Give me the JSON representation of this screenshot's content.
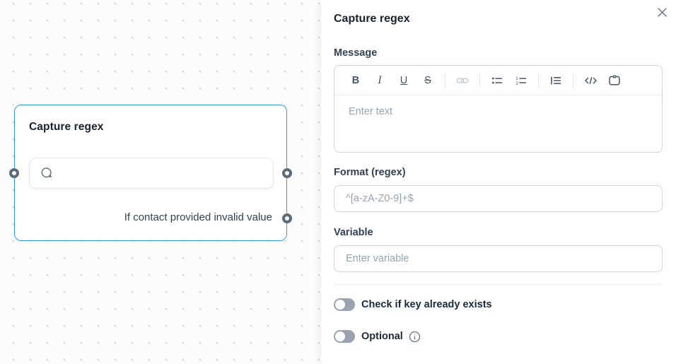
{
  "canvas": {
    "node": {
      "title": "Capture regex",
      "caption": "If contact provided invalid value",
      "message_preview_icon": "chat-bubble-icon",
      "handles": [
        "left-source",
        "right-source",
        "right-invalid-source"
      ]
    }
  },
  "panel": {
    "title": "Capture regex",
    "close_icon": "close-icon",
    "message": {
      "label": "Message",
      "placeholder": "Enter text",
      "toolbar": {
        "bold_glyph": "B",
        "italic_glyph": "I",
        "underline_glyph": "U",
        "strike_glyph": "S",
        "icons": [
          "bold",
          "italic",
          "underline",
          "strikethrough",
          "link",
          "bullet-list",
          "ordered-list",
          "blockquote",
          "code",
          "code-block"
        ]
      }
    },
    "format": {
      "label": "Format (regex)",
      "placeholder": "^[a-zA-Z0-9]+$"
    },
    "variable": {
      "label": "Variable",
      "placeholder": "Enter variable"
    },
    "toggles": [
      {
        "label": "Check if key already exists",
        "state": "off"
      },
      {
        "label": "Optional",
        "state": "off",
        "info_icon": true
      }
    ]
  },
  "colors": {
    "node_border": "#2f9ce8",
    "handle_ring": "#5d6a79",
    "label_text": "#344054",
    "title_text": "#182230",
    "placeholder_text": "#98a2b3",
    "input_border": "#d0d5dd",
    "toggle_off": "#9aa3af",
    "icon_gray": "#475467",
    "icon_disabled": "#c6ccd4",
    "canvas_bg": "#fbfbfc"
  }
}
